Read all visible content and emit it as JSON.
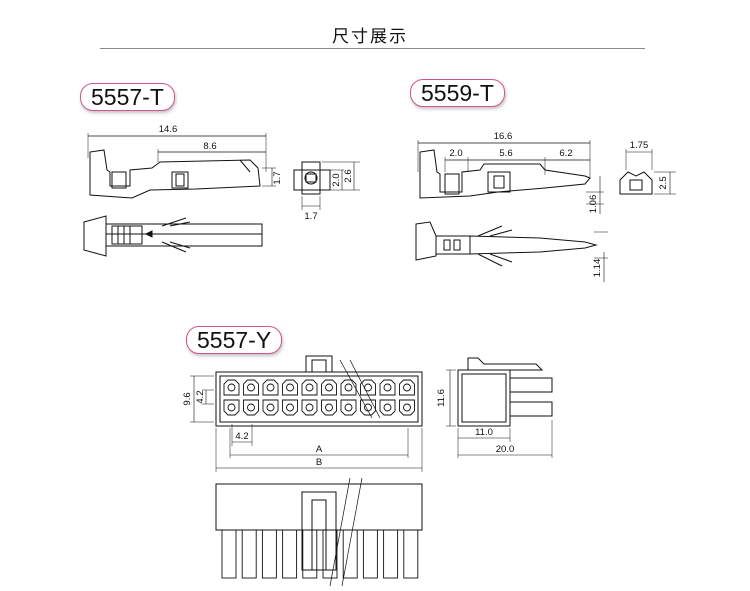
{
  "header": {
    "title": "尺寸展示"
  },
  "parts": [
    {
      "name": "5557-T",
      "dims": {
        "length": "14.6",
        "crimp": "8.6",
        "h1": "1.7",
        "w1": "1.7",
        "h2": "2.0",
        "h3": "2.6"
      }
    },
    {
      "name": "5559-T",
      "dims": {
        "length": "16.6",
        "a": "2.0",
        "b": "5.6",
        "c": "6.2",
        "w1": "1.75",
        "h1": "2.5",
        "v1": "1.06",
        "v2": "1.14"
      }
    },
    {
      "name": "5557-Y",
      "dims": {
        "pitch_v": "9.6",
        "row": "4.2",
        "pitch_h": "4.2",
        "A": "A",
        "B": "B",
        "height": "11.6",
        "depth1": "11.0",
        "depth2": "20.0"
      }
    }
  ]
}
